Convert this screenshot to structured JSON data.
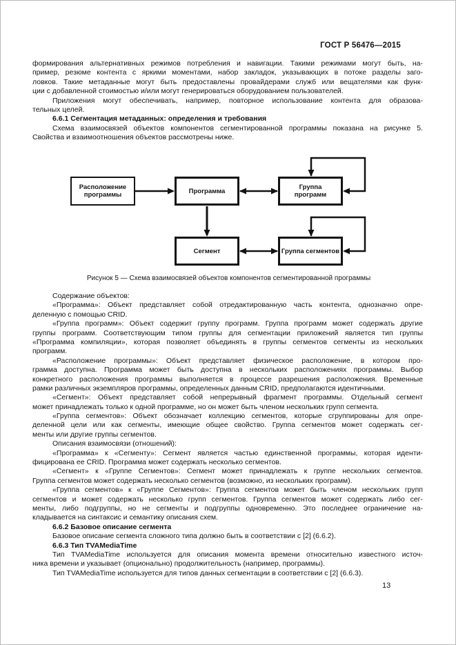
{
  "page": {
    "header": "ГОСТ Р 56476—2015",
    "page_number": "13"
  },
  "text_above": [
    {
      "type": "p",
      "indent": false,
      "lines": [
        "формирования альтернативных режимов потребления и навигации. Такими режимами могут быть, на-",
        "пример, резюме контента с яркими моментами, набор закладок, указывающих в потоке разделы заго-",
        "ловков. Такие метаданные могут быть предоставлены провайдерами служб или вещателями как функ-",
        "ции с добавленной стоимостью и/или могут генерироваться оборудованием пользователей."
      ]
    },
    {
      "type": "p",
      "lines": [
        "Приложения могут обеспечивать, например, повторное использование контента для образова-",
        "тельных целей."
      ]
    },
    {
      "type": "h",
      "lines": [
        "6.6.1 Сегментация метаданных: определения и требования"
      ]
    },
    {
      "type": "p",
      "lines": [
        "Схема взаимосвязей объектов компонентов сегментированной программы показана на рисунке 5.",
        "Свойства и взаимоотношения объектов рассмотрены ниже."
      ]
    }
  ],
  "diagram": {
    "caption": "Рисунок 5 — Схема взаимосвязей объектов компонентов сегментированной программы",
    "boxes": [
      {
        "name": "program-location",
        "label_lines": [
          "Расположение",
          "программы"
        ]
      },
      {
        "name": "program",
        "label_lines": [
          "Программа"
        ]
      },
      {
        "name": "program-group",
        "label_lines": [
          "Группа",
          "программ"
        ]
      },
      {
        "name": "segment",
        "label_lines": [
          "Сегмент"
        ]
      },
      {
        "name": "segment-group",
        "label_lines": [
          "Группа сегментов"
        ]
      }
    ]
  },
  "text_below": [
    {
      "type": "p",
      "lines": [
        "Содержание объектов:"
      ]
    },
    {
      "type": "p",
      "lines": [
        "«Программа»: Объект представляет собой отредактированную часть контента, однозначно опре-",
        "деленную с помощью CRID."
      ]
    },
    {
      "type": "p",
      "lines": [
        "«Группа программ»: Объект содержит группу программ. Группа программ может содержать другие",
        "группы программ. Соответствующим типом группы для сегментации приложений является тип группы",
        "«Программа компиляции», которая позволяет объединять в группы сегментов сегменты из нескольких",
        "программ."
      ]
    },
    {
      "type": "p",
      "lines": [
        "«Расположение программы»: Объект представляет физическое расположение, в котором про-",
        "грамма доступна. Программа может быть доступна в нескольких расположениях программы. Выбор",
        "конкретного расположения программы выполняется в процессе разрешения расположения. Временные",
        "рамки различных экземпляров программы, определенных данным CRID, предполагаются идентичными."
      ]
    },
    {
      "type": "p",
      "lines": [
        "«Сегмент»: Объект представляет собой непрерывный фрагмент программы. Отдельный сегмент",
        "может принадлежать только к одной программе, но он может быть членом нескольких групп сегмента."
      ]
    },
    {
      "type": "p",
      "lines": [
        "«Группа сегментов»: Объект обозначает коллекцию сегментов, которые сгруппированы для опре-",
        "деленной цели или как сегменты, имеющие общее свойство. Группа сегментов может содержать сег-",
        "менты или другие группы сегментов."
      ]
    },
    {
      "type": "p",
      "lines": [
        "Описания взаимосвязи (отношений):"
      ]
    },
    {
      "type": "p",
      "lines": [
        "«Программа» к «Сегменту»: Сегмент является частью единственной программы, которая иденти-",
        "фицирована ее CRID. Программа может содержать несколько сегментов."
      ]
    },
    {
      "type": "p",
      "lines": [
        "«Сегмент» к «Группе Сегментов»: Сегмент может принадлежать к группе нескольких сегментов.",
        "Группа сегментов может содержать несколько сегментов (возможно, из нескольких программ)."
      ]
    },
    {
      "type": "p",
      "lines": [
        "«Группа сегментов» к «Группе Сегментов»: Группа сегментов может быть членом нескольких групп",
        "сегментов и может содержать несколько групп сегментов. Группа сегментов может содержать либо сег-",
        "менты, либо подгруппы, но не сегменты и подгруппы одновременно. Это последнее ограничение на-",
        "кладывается на синтаксис и семантику описания схем."
      ]
    },
    {
      "type": "h",
      "lines": [
        "6.6.2 Базовое описание сегмента"
      ]
    },
    {
      "type": "p",
      "lines": [
        "Базовое описание сегмента сложного типа должно быть в соответствии с [2] (6.6.2)."
      ]
    },
    {
      "type": "h",
      "lines": [
        "6.6.3 Тип TVAMediaTime"
      ]
    },
    {
      "type": "p",
      "lines": [
        "Тип TVAMediaTime используется для описания момента времени относительно известного источ-",
        "ника времени и указывает (опционально) продолжительность (например, программы)."
      ]
    },
    {
      "type": "p",
      "lines": [
        "Тип TVAMediaTime используется для типов данных сегментации в соответствии с [2] (6.6.3)."
      ]
    }
  ]
}
